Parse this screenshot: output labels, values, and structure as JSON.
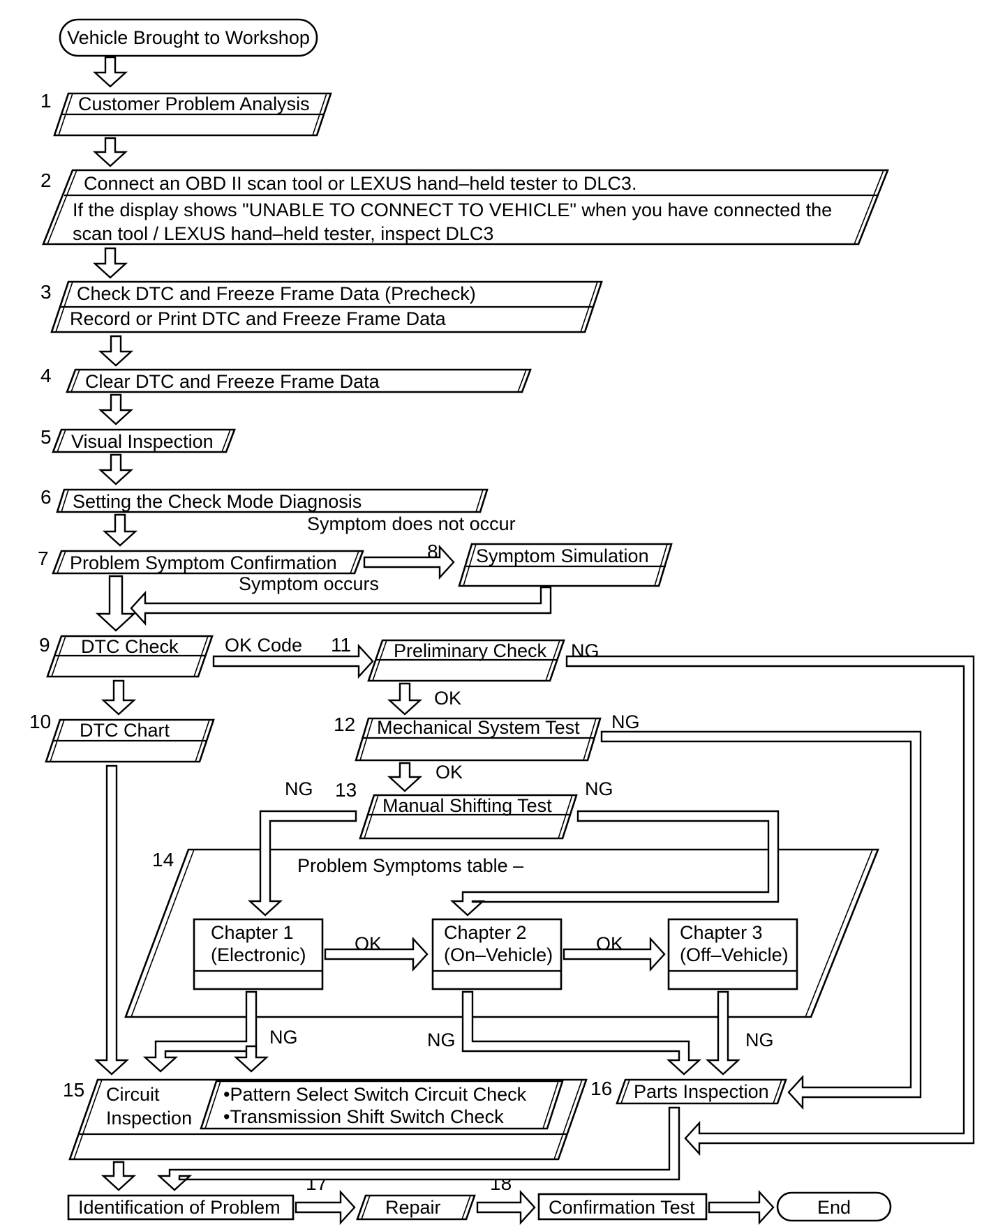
{
  "start": "Vehicle Brought to Workshop",
  "end": "End",
  "steps": {
    "s1": {
      "num": "1",
      "label": "Customer Problem Analysis"
    },
    "s2": {
      "num": "2",
      "line1": "Connect an OBD II scan tool or LEXUS hand–held tester to DLC3.",
      "line2": "If the display shows \"UNABLE TO CONNECT TO VEHICLE\" when you have connected the",
      "line3": "scan tool / LEXUS hand–held tester, inspect DLC3"
    },
    "s3": {
      "num": "3",
      "line1": "Check DTC and Freeze Frame Data (Precheck)",
      "line2": "Record or Print DTC and Freeze Frame Data"
    },
    "s4": {
      "num": "4",
      "label": "Clear DTC and Freeze Frame Data"
    },
    "s5": {
      "num": "5",
      "label": "Visual Inspection"
    },
    "s6": {
      "num": "6",
      "label": "Setting the Check Mode Diagnosis"
    },
    "s7": {
      "num": "7",
      "label": "Problem Symptom Confirmation"
    },
    "s8": {
      "num": "8",
      "label": "Symptom Simulation"
    },
    "s9": {
      "num": "9",
      "label": "DTC Check"
    },
    "s10": {
      "num": "10",
      "label": "DTC Chart"
    },
    "s11": {
      "num": "11",
      "label": "Preliminary Check"
    },
    "s12": {
      "num": "12",
      "label": "Mechanical System Test"
    },
    "s13": {
      "num": "13",
      "label": "Manual Shifting Test"
    },
    "s14": {
      "num": "14",
      "label": "Problem Symptoms table –"
    },
    "s15": {
      "num": "15",
      "line1": "Circuit",
      "line2": "Inspection",
      "check1": "•Pattern Select Switch Circuit Check",
      "check2": "•Transmission Shift Switch Check"
    },
    "s16": {
      "num": "16",
      "label": "Parts Inspection"
    },
    "s17": {
      "num": "17",
      "label": "Repair"
    },
    "s18": {
      "num": "18",
      "label": "Confirmation Test"
    }
  },
  "identification": "Identification of Problem",
  "chapters": [
    {
      "line1": "Chapter 1",
      "line2": "(Electronic)"
    },
    {
      "line1": "Chapter 2",
      "line2": "(On–Vehicle)"
    },
    {
      "line1": "Chapter 3",
      "line2": "(Off–Vehicle)"
    }
  ],
  "labels": {
    "symptom_not_occur": "Symptom does not occur",
    "symptom_occurs": "Symptom occurs",
    "ok_code": "OK Code",
    "ok": "OK",
    "ng": "NG"
  }
}
